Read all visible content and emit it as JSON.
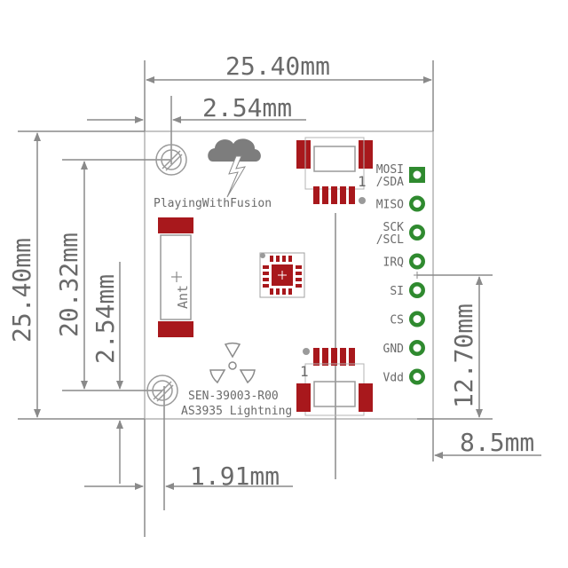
{
  "dimensions": {
    "board_width": "25.40mm",
    "board_height": "25.40mm",
    "hole_offset_x": "2.54mm",
    "hole_spacing": "20.32mm",
    "hole_offset_y": "2.54mm",
    "header_span": "12.70mm",
    "edge_offset": "1.91mm",
    "header_inset": "8.5mm"
  },
  "silkscreen": {
    "brand": "PlayingWithFusion",
    "antenna_label": "Ant",
    "part_number": "SEN-39003-R00",
    "part_name": "AS3935 Lightning",
    "pin1_top": "1",
    "pin1_bottom": "1"
  },
  "pins": [
    {
      "label_lines": [
        "MOSI",
        "/SDA"
      ],
      "pad": "square"
    },
    {
      "label_lines": [
        "MISO"
      ],
      "pad": "round"
    },
    {
      "label_lines": [
        "SCK",
        "/SCL"
      ],
      "pad": "round"
    },
    {
      "label_lines": [
        "IRQ"
      ],
      "pad": "round"
    },
    {
      "label_lines": [
        "SI"
      ],
      "pad": "round"
    },
    {
      "label_lines": [
        "CS"
      ],
      "pad": "round"
    },
    {
      "label_lines": [
        "GND"
      ],
      "pad": "round"
    },
    {
      "label_lines": [
        "Vdd"
      ],
      "pad": "round"
    }
  ],
  "colors": {
    "line": "#8a8a8a",
    "outline": "#b4b4b4",
    "pad_red": "#a8181c",
    "pad_green": "#2f8a2f",
    "text": "#6a6a6a"
  },
  "icons": {
    "cloud": "lightning-cloud-icon",
    "radiation": "radiation-icon"
  }
}
